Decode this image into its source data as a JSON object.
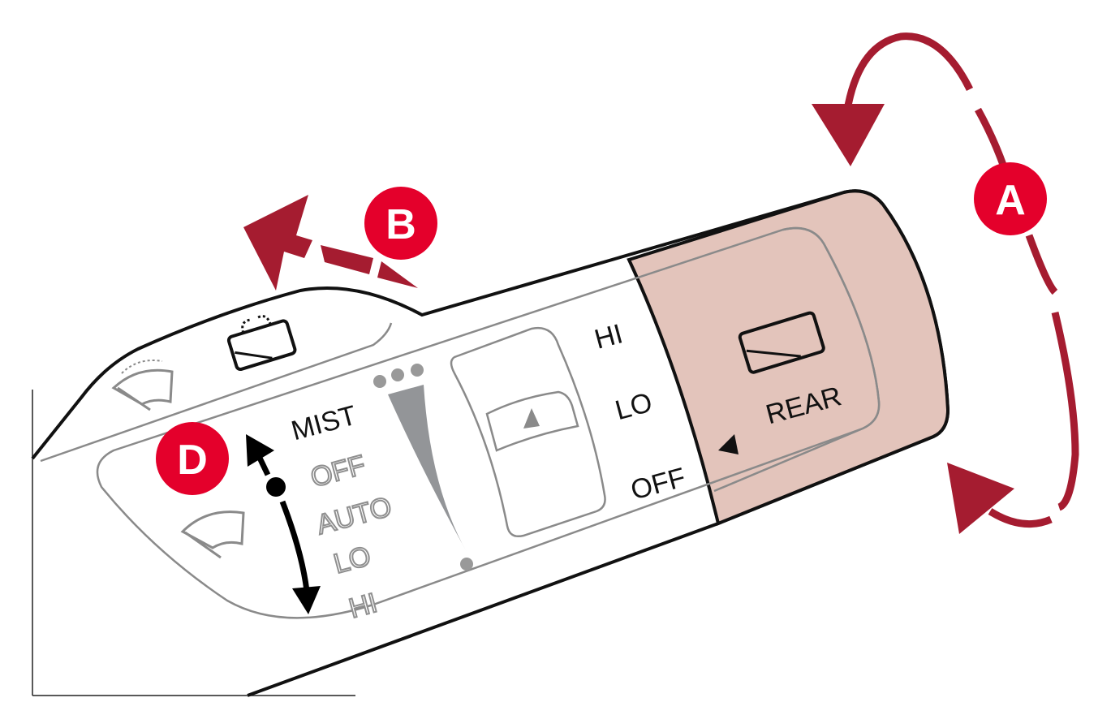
{
  "callouts": {
    "a": "A",
    "b": "B",
    "d": "D"
  },
  "front_wiper_positions": [
    "MIST",
    "OFF",
    "AUTO",
    "LO",
    "HI"
  ],
  "rear_wiper_positions": [
    "HI",
    "LO",
    "OFF"
  ],
  "rear_label": "REAR",
  "colors": {
    "callout": "#e4002b",
    "arrow": "#a51c30",
    "rear_section": "#e3c4bb"
  }
}
